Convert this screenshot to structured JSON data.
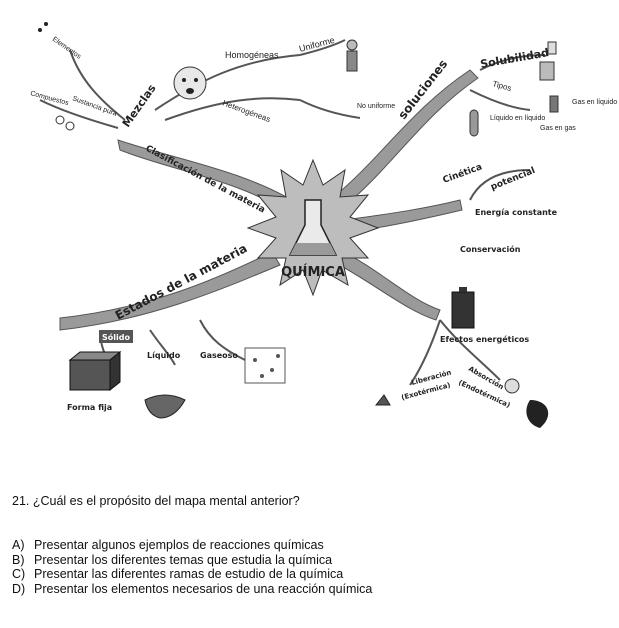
{
  "mind_map": {
    "center": "QUÍMICA",
    "branches": {
      "mezclas": "Mezclas",
      "homogeneas": "Homogéneas",
      "heterogeneas": "Heterogéneas",
      "uniforme": "Uniforme",
      "no_uniforme": "No uniforme",
      "elementos": "Elementos",
      "compuestos": "Compuestos",
      "sustancia_pura": "Sustancia pura",
      "clasificacion": "Clasificación de la materia",
      "soluciones": "soluciones",
      "solubilidad": "Solubilidad",
      "tipos": "Tipos",
      "liquido_en_liquido": "Líquido en líquido",
      "gas_en_gas": "Gas en gas",
      "gas_en_liquido": "Gas en líquido",
      "cinetica": "Cinética",
      "potencial": "potencial",
      "energia_constante": "Energía constante",
      "conservacion": "Conservación",
      "efectos_energeticos": "Efectos energéticos",
      "liberacion": "Liberación",
      "exotermica": "(Exotérmica)",
      "absorcion": "Absorción",
      "endotermica": "(Endotérmica)",
      "estados": "Estados de la materia",
      "solido": "Sólido",
      "liquido": "Líquido",
      "gaseoso": "Gaseoso",
      "forma_fija": "Forma fija"
    }
  },
  "question": {
    "number_and_text": "21. ¿Cuál es el propósito del mapa mental anterior?",
    "options": [
      {
        "letter": "A)",
        "text": "Presentar algunos ejemplos de reacciones químicas"
      },
      {
        "letter": "B)",
        "text": "Presentar los diferentes temas que estudia la química"
      },
      {
        "letter": "C)",
        "text": "Presentar las diferentes ramas de estudio de la química"
      },
      {
        "letter": "D)",
        "text": "Presentar los elementos necesarios de una reacción química"
      }
    ]
  }
}
